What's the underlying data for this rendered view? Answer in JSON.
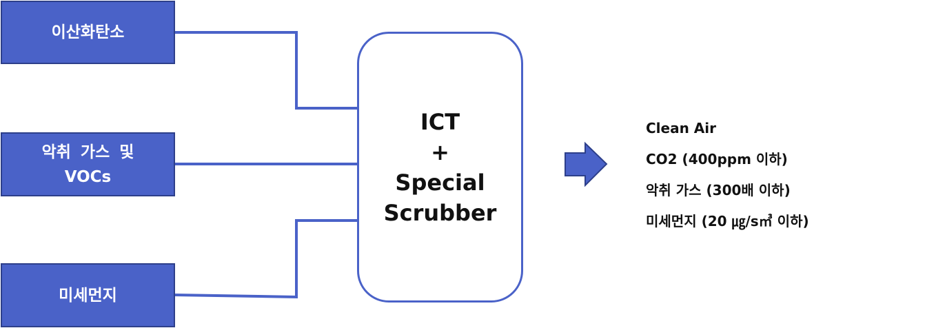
{
  "inputs": [
    {
      "lines": [
        "이산화탄소"
      ]
    },
    {
      "lines": [
        "악취 가스 및",
        "VOCs"
      ]
    },
    {
      "lines": [
        "미세먼지"
      ]
    }
  ],
  "process": {
    "lines": [
      "ICT",
      "+",
      "Special",
      "Scrubber"
    ]
  },
  "output": {
    "items": [
      "Clean Air",
      "CO2 (400ppm 이하)",
      "악취 가스 (300배 이하)",
      "미세먼지 (20 ㎍/s㎥ 이하)"
    ]
  },
  "colors": {
    "box_fill": "#4a62c8",
    "box_border": "#2d3f8a",
    "connector": "#4a62c8",
    "arrow": "#4a62c8"
  },
  "icons": {
    "output_arrow": "right-arrow-icon"
  }
}
